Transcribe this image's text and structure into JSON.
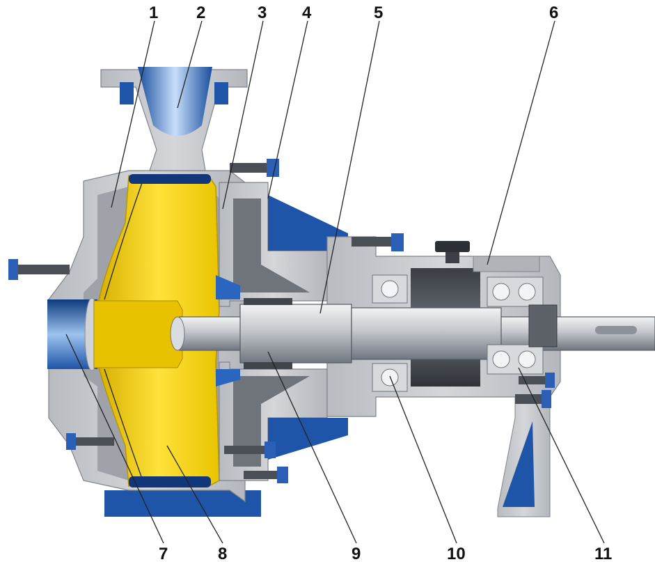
{
  "colors": {
    "casing": "#c9cbcf",
    "casing_dark": "#8e9298",
    "impeller": "#f4d20a",
    "impeller_dark": "#c8a400",
    "blue": "#1f55a8",
    "blue_dark": "#0f356f",
    "steel_light": "#e4e6e9",
    "steel_dark": "#6e737a",
    "bolt": "#2a5fb5"
  },
  "labels": {
    "top": [
      "1",
      "2",
      "3",
      "4",
      "5",
      "6"
    ],
    "bottom": [
      "7",
      "8",
      "9",
      "10",
      "11"
    ]
  }
}
